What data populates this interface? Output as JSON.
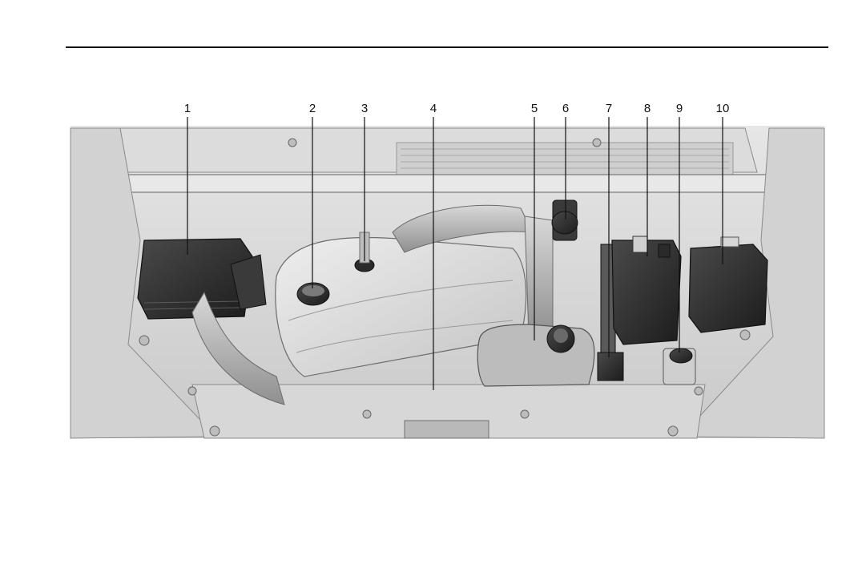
{
  "figure": {
    "callouts": [
      {
        "label": "1"
      },
      {
        "label": "2"
      },
      {
        "label": "3"
      },
      {
        "label": "4"
      },
      {
        "label": "5"
      },
      {
        "label": "6"
      },
      {
        "label": "7"
      },
      {
        "label": "8"
      },
      {
        "label": "9"
      },
      {
        "label": "10"
      }
    ]
  }
}
